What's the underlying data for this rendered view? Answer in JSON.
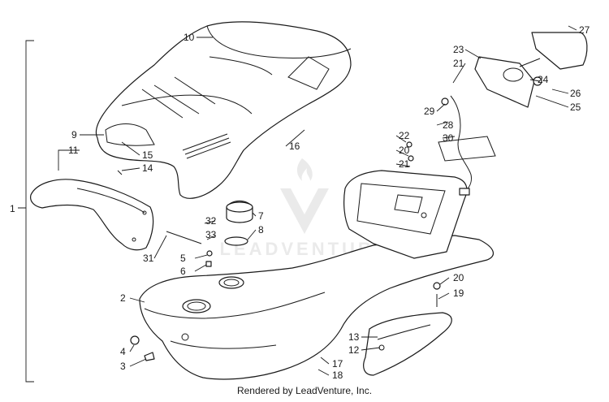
{
  "watermark": {
    "brand": "LEADVENTURE",
    "color": "#d9d9d9"
  },
  "colors": {
    "line": "#1a1a1a",
    "background": "#ffffff"
  },
  "callouts": {
    "c1": "1",
    "c2": "2",
    "c3": "3",
    "c4": "4",
    "c5": "5",
    "c6": "6",
    "c7": "7",
    "c8": "8",
    "c9": "9",
    "c10": "10",
    "c11": "11",
    "c12": "12",
    "c13": "13",
    "c14": "14",
    "c15": "15",
    "c16": "16",
    "c17": "17",
    "c18": "18",
    "c19": "19",
    "c20a": "20",
    "c20b": "20",
    "c21a": "21",
    "c21b": "21",
    "c22": "22",
    "c23": "23",
    "c24": "24",
    "c25": "25",
    "c26": "26",
    "c27": "27",
    "c28": "28",
    "c29": "29",
    "c30": "30",
    "c31": "31",
    "c32": "32",
    "c33": "33"
  },
  "footer": "Rendered by LeadVenture, Inc."
}
